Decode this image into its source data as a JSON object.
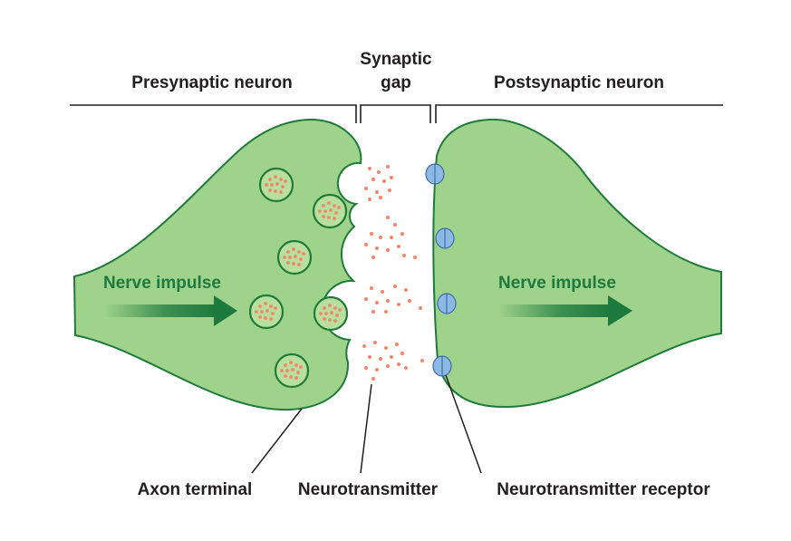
{
  "labels": {
    "presynaptic": "Presynaptic neuron",
    "gap_line1": "Synaptic",
    "gap_line2": "gap",
    "postsynaptic": "Postsynaptic neuron",
    "impulse_left": "Nerve impulse",
    "impulse_right": "Nerve impulse",
    "axon_terminal": "Axon terminal",
    "neurotransmitter": "Neurotransmitter",
    "receptor": "Neurotransmitter receptor"
  },
  "colors": {
    "neuron_fill": "#9fd28a",
    "neuron_stroke": "#1e7b3a",
    "vesicle_fill": "#b9df9e",
    "particle": "#f0876b",
    "receptor": "#8db8e3",
    "receptor_stroke": "#3a6fa8",
    "arrow": "#1d7a3e",
    "text": "#231f20",
    "impulse_text": "#1d7a3e"
  }
}
